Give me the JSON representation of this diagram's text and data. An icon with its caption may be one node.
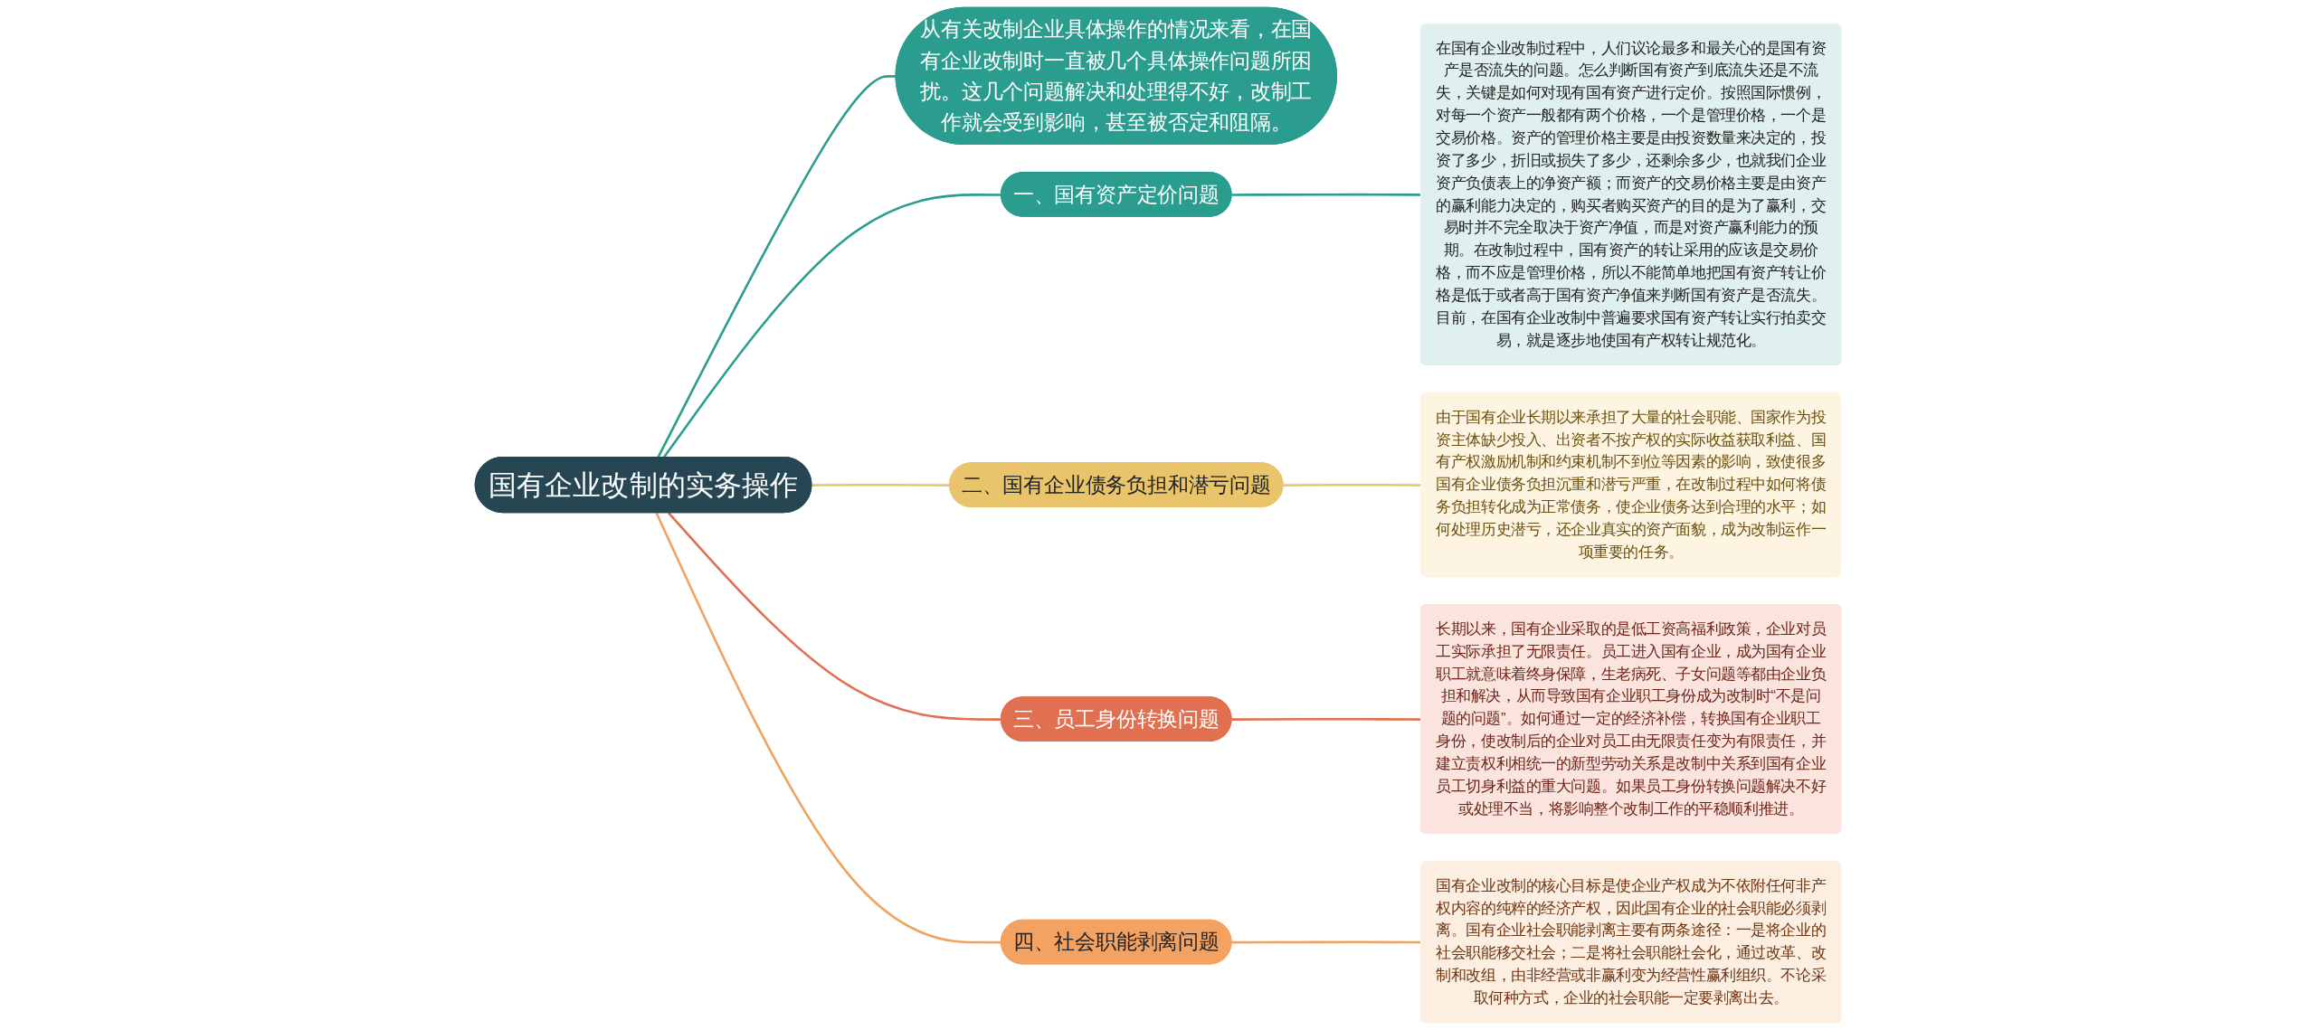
{
  "diagram": {
    "nodes": [
      {
        "text": [
          "国有企业改制的实务操作"
        ]
      },
      {
        "text": [
          "从有关改制企业具体操作的情况来看，在国有企业改制时一直被几个具体操作问题所困扰。这几个问题解决和处理得不好，改制工作就会受到影响，甚至被否定和阻隔。"
        ]
      },
      {
        "text": [
          "一、国有资产定价问题"
        ]
      },
      {
        "text": [
          "在国有企业改制过程中，人们议论最多和最关心的是国有资产是否流失的问题。怎么判断国有资产到底流失还是不流失，关键是如何对现有国有资产进行定价。按照国际惯例，对每一个资产一般都有两个价格，一个是管理价格，一个是交易价格。资产的管理价格主要是由投资数量来决定的，投资了多少，折旧或损失了多少，还剩余多少，也就我们企业资产负债表上的净资产额；而资产的交易价格主要是由资产的赢利能力决定的，购买者购买资产的目的是为了赢利，交易时并不完全取决于资产净值，而是对资产赢利能力的预期。在改制过程中，国有资产的转让采用的应该是交易价格，而不应是管理价格，所以不能简单地把国有资产转让价格是低于或者高于国有资产净值来判断国有资产是否流失。目前，在国有企业改制中普遍要求国有资产转让实行拍卖交易，就是逐步地使国有产权转让规范化。"
        ]
      },
      {
        "text": [
          "二、国有企业债务负担和潜亏问题"
        ]
      },
      {
        "text": [
          "由于国有企业长期以来承担了大量的社会职能、国家作为投资主体缺少投入、出资者不按产权的实际收益获取利益、国有产权激励机制和约束机制不到位等因素的影响，致使很多国有企业债务负担沉重和潜亏严重，在改制过程中如何将债务负担转化成为正常债务，使企业债务达到合理的水平；如何处理历史潜亏，还企业真实的资产面貌，成为改制运作一项重要的任务。"
        ]
      },
      {
        "text": [
          "三、员工身份转换问题"
        ]
      },
      {
        "text": [
          "长期以来，国有企业采取的是低工资高福利政策，企业对员工实际承担了无限责任。员工进入国有企业，成为国有企业职工就意味着终身保障，生老病死、子女问题等都由企业负担和解决，从而导致国有企业职工身份成为改制时“不是问题的问题”。如何通过一定的经济补偿，转换国有企业职工身份，使改制后的企业对员工由无限责任变为有限责任，并建立责权利相统一的新型劳动关系是改制中关系到国有企业员工切身利益的重大问题。如果员工身份转换问题解决不好或处理不当，将影响整个改制工作的平稳顺利推进。"
        ]
      },
      {
        "text": [
          "四、社会职能剥离问题"
        ]
      },
      {
        "text": [
          "国有企业改制的核心目标是使企业产权成为不依附任何非产权内容的纯粹的经济产权，因此国有企业的社会职能必须剥离。国有企业社会职能剥离主要有两条途径：一是将企业的社会职能移交社会；二是将社会职能社会化，通过改革、改制和改组，由非经营或非赢利变为经营性赢利组织。不论采取何种方式，企业的社会职能一定要剥离出去。"
        ]
      }
    ],
    "edges": [
      {
        "from": 0,
        "to": 1,
        "arrow": "none"
      },
      {
        "from": 0,
        "to": 2,
        "arrow": "none"
      },
      {
        "from": 2,
        "to": 3,
        "arrow": "none"
      },
      {
        "from": 0,
        "to": 4,
        "arrow": "none",
        "color": "#e9c46a"
      },
      {
        "from": 4,
        "to": 5,
        "arrow": "none",
        "color": "#e9c46a"
      },
      {
        "from": 0,
        "to": 6,
        "arrow": "none",
        "color": "#e07050"
      },
      {
        "from": 6,
        "to": 7,
        "arrow": "none",
        "color": "#e07050"
      },
      {
        "from": 0,
        "to": 8,
        "arrow": "none",
        "color": "#f0a35e"
      },
      {
        "from": 8,
        "to": 9,
        "arrow": "none",
        "color": "#f0a35e"
      }
    ]
  }
}
